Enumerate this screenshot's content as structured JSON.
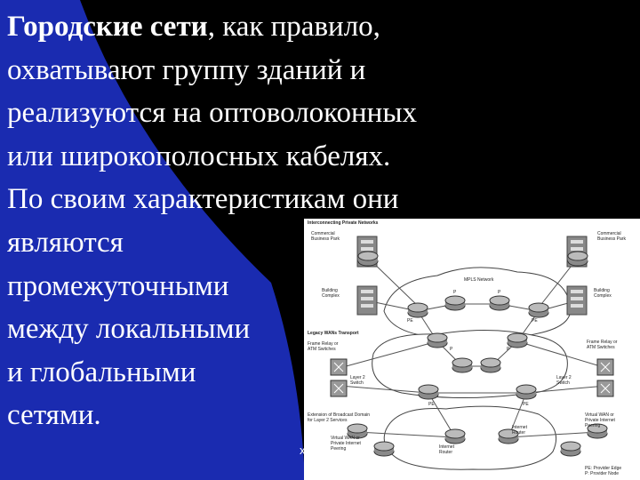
{
  "colors": {
    "background": "#000000",
    "accent_blue": "#1a2bb0",
    "text": "#ffffff",
    "diagram_panel": "#ffffff",
    "diagram_lines": "#444444"
  },
  "body_text": {
    "lead_bold": "Городские сети",
    "line1_rest": ", как правило,",
    "line2": "охватывают группу зданий и",
    "line3": "реализуются на  оптоволоконных",
    "line4": "или широкополосных кабелях.",
    "line5": "По своим характеристикам они",
    "line6": "являются",
    "line7": "промежуточными",
    "line8": "между  локальными",
    "line9": "и глобальными",
    "line10": "сетями."
  },
  "footer": "x",
  "diagram": {
    "labels": {
      "interconnecting": "Interconnecting Private Networks",
      "commercial_left": "Commercial\nBusiness Park",
      "commercial_right": "Commercial\nBusiness Park",
      "building_left": "Building\nComplex",
      "building_right": "Building\nComplex",
      "mpls": "MPLS Network",
      "legacy": "Legacy WANs Transport",
      "frame_relay_left": "Frame Relay or\nATM Switches",
      "frame_relay_right": "Frame Relay or\nATM Switches",
      "layer2_left": "Layer 2\nSwitch",
      "layer2_right": "Layer 2\nSwitch",
      "extension": "Extension of Broadcast Domain\nfor Layer 2 Services",
      "virtual_left": "Virtual WAN or\nPrivate Internet\nPeering",
      "virtual_right": "Virtual WAN or\nPrivate Internet\nPeering",
      "internet_left": "Internet\nRouter",
      "internet_right": "Internet\nRouter",
      "legend": "PE: Provider Edge\nP: Provider Node"
    },
    "router_tags": [
      "PE",
      "P",
      "P",
      "PE",
      "P",
      "P",
      "PE",
      "PE"
    ]
  }
}
